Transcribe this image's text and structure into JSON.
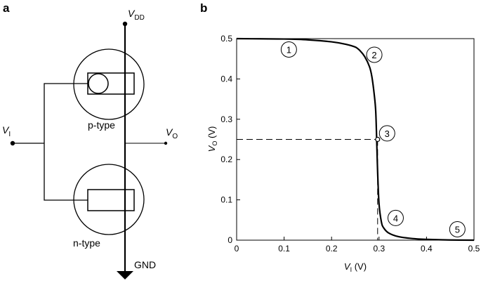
{
  "panel_a": {
    "label": "a",
    "vdd_main": "V",
    "vdd_sub": "DD",
    "vi_main": "V",
    "vi_sub": "I",
    "vo_main": "V",
    "vo_sub": "O",
    "gnd": "GND",
    "ptype": "p-type",
    "ntype": "n-type"
  },
  "panel_b": {
    "label": "b",
    "xlabel_main": "V",
    "xlabel_sub": "I",
    "xlabel_unit": " (V)",
    "ylabel_main": "V",
    "ylabel_sub": "O",
    "ylabel_unit": " (V)",
    "x_ticks": [
      "0",
      "0.1",
      "0.2",
      "0.3",
      "0.4",
      "0.5"
    ],
    "y_ticks": [
      "0",
      "0.1",
      "0.2",
      "0.3",
      "0.4",
      "0.5"
    ],
    "region_markers": [
      "1",
      "2",
      "3",
      "4",
      "5"
    ]
  },
  "chart_data": {
    "type": "line",
    "xlabel": "V_I (V)",
    "ylabel": "V_O (V)",
    "xlim": [
      0,
      0.5
    ],
    "ylim": [
      0,
      0.5
    ],
    "x": [
      0,
      0.05,
      0.1,
      0.15,
      0.2,
      0.23,
      0.25,
      0.26,
      0.27,
      0.28,
      0.285,
      0.29,
      0.293,
      0.295,
      0.297,
      0.3,
      0.305,
      0.31,
      0.32,
      0.34,
      0.37,
      0.4,
      0.45,
      0.5
    ],
    "y": [
      0.5,
      0.4995,
      0.499,
      0.497,
      0.492,
      0.486,
      0.479,
      0.47,
      0.455,
      0.43,
      0.405,
      0.36,
      0.32,
      0.25,
      0.17,
      0.09,
      0.045,
      0.03,
      0.018,
      0.009,
      0.004,
      0.002,
      0.0005,
      0.0
    ],
    "annotations": [
      {
        "text": "1",
        "x": 0.11,
        "y": 0.473
      },
      {
        "text": "2",
        "x": 0.29,
        "y": 0.46
      },
      {
        "text": "3",
        "x": 0.317,
        "y": 0.265
      },
      {
        "text": "4",
        "x": 0.335,
        "y": 0.055
      },
      {
        "text": "5",
        "x": 0.465,
        "y": 0.027
      }
    ],
    "operating_point": {
      "x": 0.297,
      "y": 0.25
    },
    "grid": false
  }
}
